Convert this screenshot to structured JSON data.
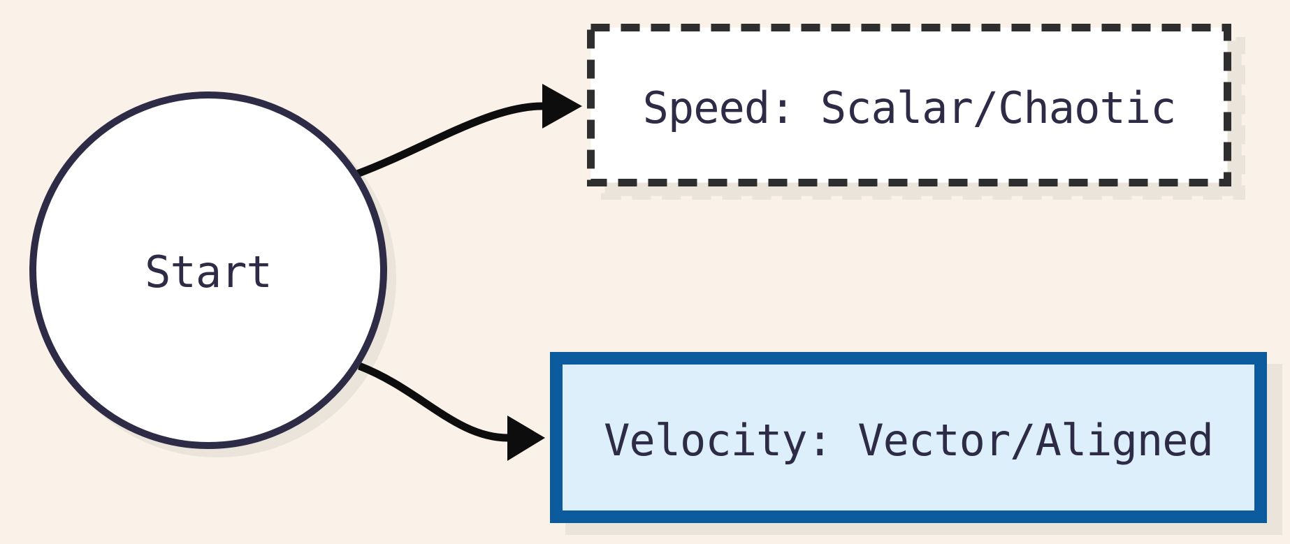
{
  "canvas": {
    "background_color": "#FAF1E8",
    "shadow_color": "#EAE4DA"
  },
  "text_color": "#2D2B46",
  "edge_color": "#0D0D0D",
  "nodes": {
    "start": {
      "label": "Start",
      "shape": "circle",
      "fill": "#FFFFFF",
      "border_color": "#2D2B46"
    },
    "speed": {
      "label": "Speed: Scalar/Chaotic",
      "shape": "rectangle-dashed",
      "fill": "#FFFFFF",
      "border_color": "#2E2E2E"
    },
    "velocity": {
      "label": "Velocity: Vector/Aligned",
      "shape": "rectangle",
      "fill": "#DCEFFB",
      "border_color": "#0C5B9E"
    }
  },
  "edges": [
    {
      "from": "start",
      "to": "speed",
      "arrow": "filled-triangle"
    },
    {
      "from": "start",
      "to": "velocity",
      "arrow": "filled-triangle"
    }
  ]
}
